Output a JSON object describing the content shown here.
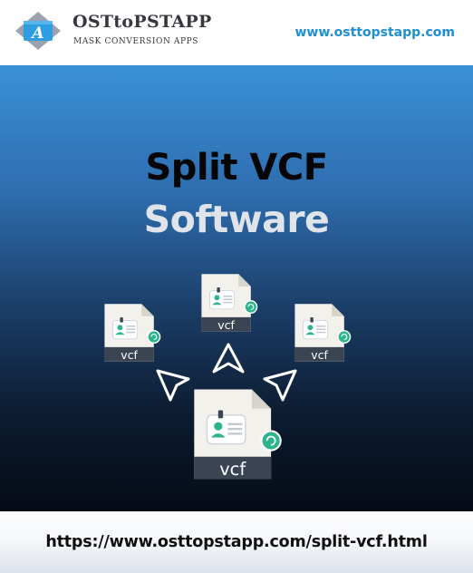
{
  "header": {
    "brand_initial": "A",
    "brand_title": "OSTtoPSTAPP",
    "brand_subtitle": "MASK CONVERSION APPS",
    "website": "www.osttopstapp.com"
  },
  "banner": {
    "title_line1": "Split VCF",
    "title_line2": "Software",
    "file_label": "vcf"
  },
  "footer": {
    "url": "https://www.osttopstapp.com/split-vcf.html"
  },
  "colors": {
    "header_url": "#1f8fd3",
    "badge_green": "#2eb48c",
    "file_label_band": "#3b4453"
  }
}
